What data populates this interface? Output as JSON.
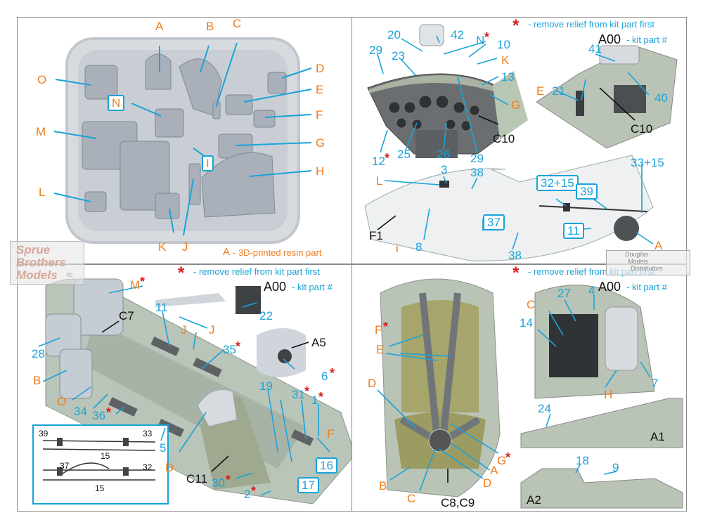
{
  "panel1": {
    "labels_orange": [
      "A",
      "B",
      "C",
      "D",
      "E",
      "F",
      "G",
      "H",
      "J",
      "K",
      "L",
      "M",
      "O"
    ],
    "labels_boxed": [
      "N",
      "I"
    ],
    "legend_letter": "A",
    "legend_text": "- 3D-printed resin part"
  },
  "panel2": {
    "remove_note": "- remove relief from kit part first",
    "kit_code": "A00",
    "kit_note": "- kit part #",
    "labels_blue": [
      "42",
      "20",
      "N",
      "10",
      "29",
      "23",
      "K",
      "13",
      "G",
      "12",
      "25",
      "26",
      "29",
      "21",
      "41",
      "40",
      "E",
      "3",
      "L",
      "38",
      "32+15",
      "33+15",
      "39",
      "37",
      "11",
      "A",
      "8",
      "38",
      "i"
    ],
    "labels_black": [
      "C10",
      "C10",
      "F1"
    ]
  },
  "panel3": {
    "remove_note": "- remove relief from kit part first",
    "kit_code": "A00",
    "kit_note": "- kit part #",
    "labels": [
      "M",
      "C7",
      "22",
      "J",
      "J",
      "11",
      "A5",
      "28",
      "35",
      "6",
      "B",
      "O",
      "34",
      "36",
      "19",
      "31",
      "1",
      "5",
      "F",
      "D",
      "16",
      "C11",
      "17",
      "30",
      "2",
      "39",
      "33",
      "15",
      "37",
      "32",
      "15"
    ]
  },
  "panel4": {
    "remove_note": "- remove relief from kit part first",
    "kit_code": "A00",
    "kit_note": "- kit part #",
    "labels": [
      "F",
      "E",
      "D",
      "G",
      "A",
      "D",
      "B",
      "C",
      "C8,C9",
      "C",
      "27",
      "4",
      "14",
      "7",
      "H",
      "24",
      "A1",
      "18",
      "9",
      "A2"
    ]
  },
  "watermark": {
    "line1": "Sprue",
    "line2": "Brothers",
    "line3": "Models",
    "suffix": "llc"
  },
  "distributor": {
    "line1": "Douglas",
    "line2": "Models",
    "line3": "Distributors"
  },
  "colors": {
    "orange": "#ee7d1e",
    "blue": "#1aa3d9",
    "red": "#d62020",
    "part_grey": "#bfc7cf",
    "cockpit_green": "#b8c6b4"
  }
}
